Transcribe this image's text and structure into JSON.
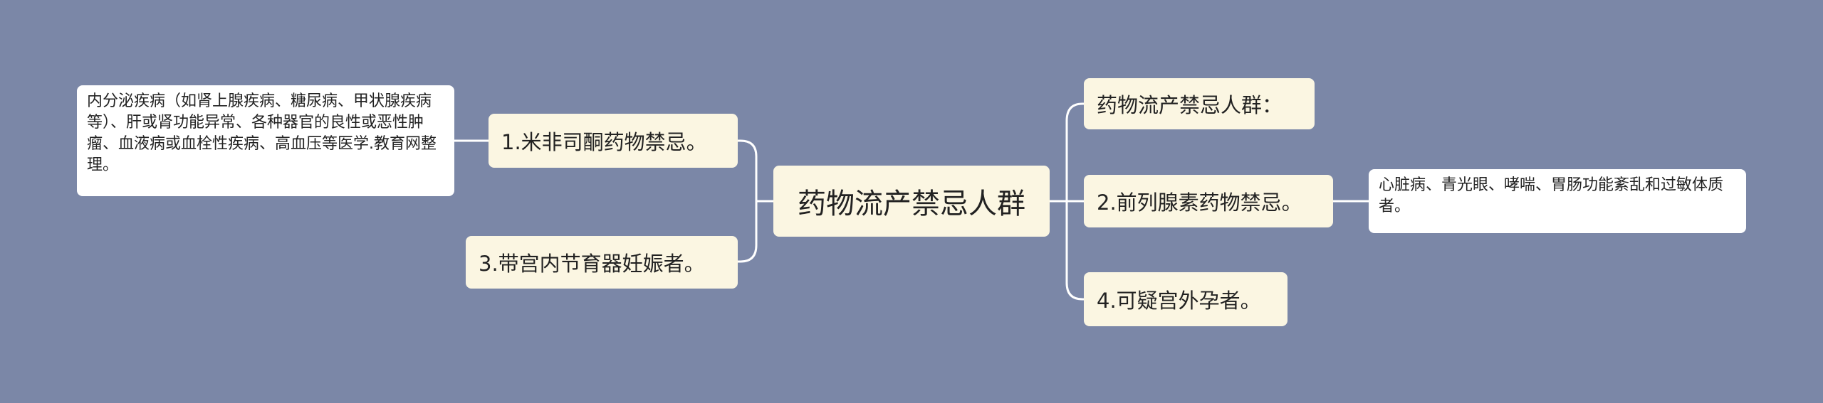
{
  "center": {
    "label": "药物流产禁忌人群"
  },
  "left": {
    "branch1": {
      "label": "1.米非司酮药物禁忌。"
    },
    "branch1_detail": {
      "label": "内分泌疾病（如肾上腺疾病、糖尿病、甲状腺疾病等）、肝或肾功能异常、各种器官的良性或恶性肿瘤、血液病或血栓性疾病、高血压等医学.教育网整理。"
    },
    "branch3": {
      "label": "3.带宫内节育器妊娠者。"
    }
  },
  "right": {
    "intro": {
      "label": "药物流产禁忌人群："
    },
    "branch2": {
      "label": "2.前列腺素药物禁忌。"
    },
    "branch2_detail": {
      "label": "心脏病、青光眼、哮喘、胃肠功能紊乱和过敏体质者。"
    },
    "branch4": {
      "label": "4.可疑宫外孕者。"
    }
  }
}
